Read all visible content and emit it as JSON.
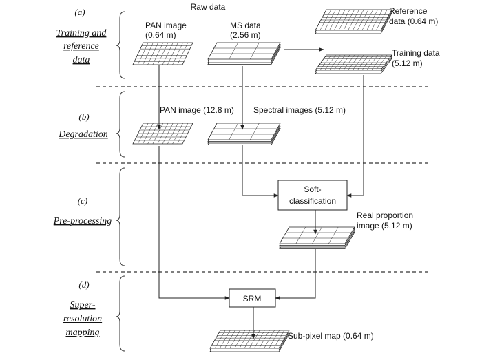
{
  "header": {
    "raw_data": "Raw data"
  },
  "stages": [
    {
      "letter": "(a)",
      "lines": [
        "Training and",
        "reference",
        "data"
      ]
    },
    {
      "letter": "(b)",
      "lines": [
        "Degradation"
      ]
    },
    {
      "letter": "(c)",
      "lines": [
        "Pre-processing"
      ]
    },
    {
      "letter": "(d)",
      "lines": [
        "Super-",
        "resolution",
        "mapping"
      ]
    }
  ],
  "labels": {
    "pan_image": [
      "PAN image",
      "(0.64 m)"
    ],
    "ms_data": [
      "MS data",
      "(2.56 m)"
    ],
    "reference_data": [
      "Reference",
      "data (0.64 m)"
    ],
    "training_data": [
      "Training data",
      "(5.12 m)"
    ],
    "pan_degraded": "PAN image (12.8 m)",
    "spectral_images": "Spectral images (5.12 m)",
    "real_proportion": [
      "Real proportion",
      "image (5.12 m)"
    ],
    "sub_pixel_map": "Sub-pixel map (0.64 m)"
  },
  "boxes": {
    "soft_classification": [
      "Soft-",
      "classification"
    ],
    "srm": "SRM"
  }
}
